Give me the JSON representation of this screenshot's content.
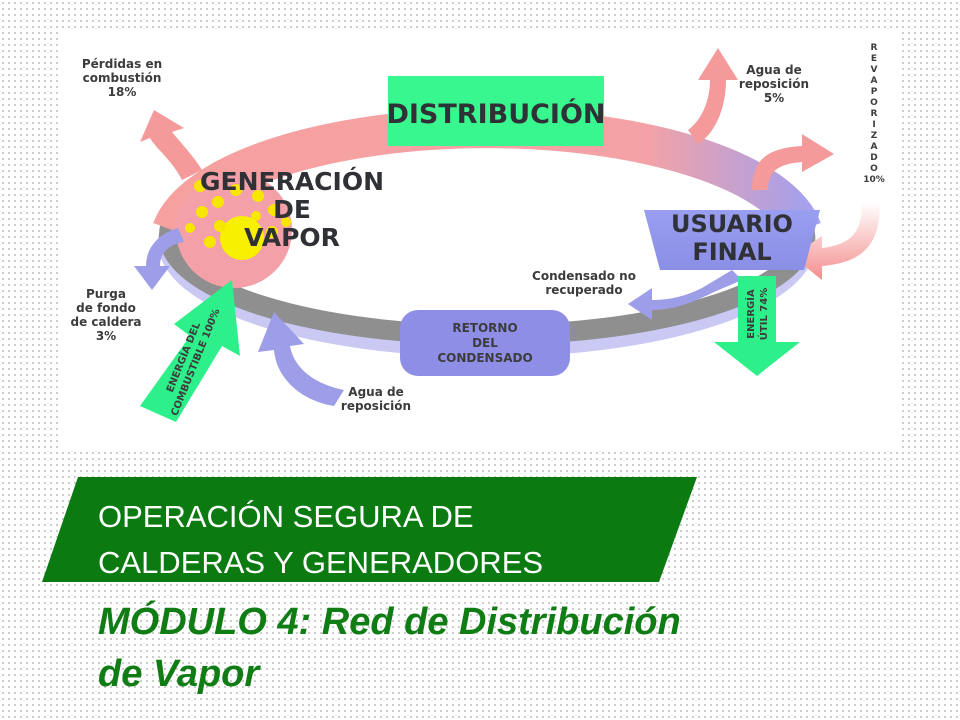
{
  "diagram": {
    "distribution": "DISTRIBUCIÓN",
    "generation": [
      "GENERACIÓN",
      "DE",
      "VAPOR"
    ],
    "end_user": [
      "USUARIO",
      "FINAL"
    ],
    "return": [
      "RETORNO",
      "DEL",
      "CONDENSADO"
    ],
    "loss_combustion": [
      "Pérdidas en",
      "combustión",
      "18%"
    ],
    "makeup_top": [
      "Agua de",
      "reposición",
      "5%"
    ],
    "revaporized": [
      "R",
      "E",
      "V",
      "A",
      "P",
      "O",
      "R",
      "I",
      "Z",
      "A",
      "D",
      "O",
      "10%"
    ],
    "condensate_lost": [
      "Condensado no",
      "recuperado"
    ],
    "blowdown": [
      "Purga",
      "de fondo",
      "de caldera",
      "3%"
    ],
    "fuel_energy": [
      "ENERGÍA DEL",
      "COMBUSTIBLE 100%"
    ],
    "useful_energy": [
      "ENERGÍA",
      "ÚTIL 74%"
    ],
    "makeup_bottom": [
      "Agua de",
      "reposición"
    ]
  },
  "banner": {
    "line1": "OPERACIÓN SEGURA DE",
    "line2": "CALDERAS Y GENERADORES"
  },
  "module": {
    "line1": "MÓDULO 4: Red de Distribución",
    "line2": "de Vapor"
  },
  "colors": {
    "banner_green": "#0b7a10",
    "module_green": "#0f7d14",
    "steam_pink": "#f29a9a",
    "condensate_gray": "#8f8f8f",
    "return_purple": "#9d9de8",
    "energy_green": "#2ef08a",
    "distribution_box": "#38f78e"
  }
}
